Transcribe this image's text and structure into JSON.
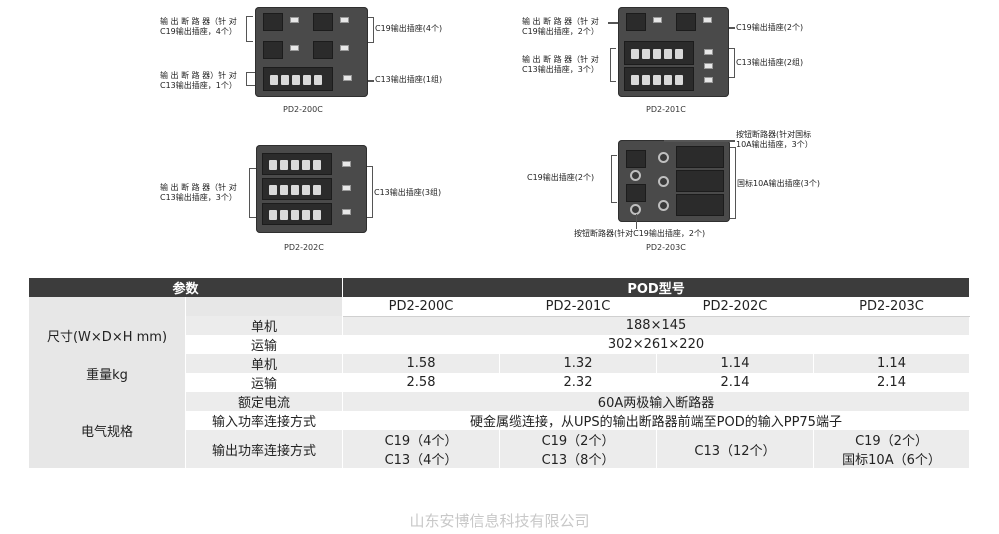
{
  "diagrams": {
    "pd2_200c": {
      "model": "PD2-200C",
      "label_left_top": [
        "输 出 断 路 器（针 对",
        "C19输出插座，4个）"
      ],
      "label_left_bottom": [
        "输 出 断 路 器）针 对",
        "C13输出插座，1个）"
      ],
      "label_right_top": "C19输出插座(4个)",
      "label_right_bottom": "C13输出插座(1组)"
    },
    "pd2_201c": {
      "model": "PD2-201C",
      "label_left_top": [
        "输 出 断 路 器（针 对",
        "C19输出插座，2个）"
      ],
      "label_left_bottom": [
        "输 出 断 路 器（针 对",
        "C13输出插座，3个）"
      ],
      "label_right_top": "C19输出插座(2个)",
      "label_right_bottom": "C13输出插座(2组)"
    },
    "pd2_202c": {
      "model": "PD2-202C",
      "label_left": [
        "输 出 断 路 器（针 对",
        "C13输出插座，3个）"
      ],
      "label_right": "C13输出插座(3组)"
    },
    "pd2_203c": {
      "model": "PD2-203C",
      "label_top": [
        "按钮断路器(针对国标",
        "10A输出插座，3个）"
      ],
      "label_left": "C19输出插座(2个)",
      "label_right": "国标10A输出插座(3个)",
      "label_bottom": "按钮断路器(针对C19输出插座，2个)"
    }
  },
  "table": {
    "header_param": "参数",
    "header_pod": "POD型号",
    "models": [
      "PD2-200C",
      "PD2-201C",
      "PD2-202C",
      "PD2-203C"
    ],
    "size": {
      "label": "尺寸(W×D×H mm)",
      "unit_label": "单机",
      "unit_value": "188×145",
      "ship_label": "运输",
      "ship_value": "302×261×220"
    },
    "weight": {
      "label": "重量kg",
      "unit_label": "单机",
      "unit_values": [
        "1.58",
        "1.32",
        "1.14",
        "1.14"
      ],
      "ship_label": "运输",
      "ship_values": [
        "2.58",
        "2.32",
        "2.14",
        "2.14"
      ]
    },
    "electrical": {
      "label": "电气规格",
      "rated_label": "额定电流",
      "rated_value": "60A两极输入断路器",
      "input_label": "输入功率连接方式",
      "input_value": "硬金属缆连接，从UPS的输出断路器前端至POD的输入PP75端子",
      "output_label": "输出功率连接方式",
      "output_values": [
        [
          "C19（4个）",
          "C13（4个）"
        ],
        [
          "C19（2个）",
          "C13（8个）"
        ],
        [
          "C13（12个）"
        ],
        [
          "C19（2个）",
          "国标10A（6个）"
        ]
      ]
    }
  },
  "footer": "山东安博信息科技有限公司"
}
